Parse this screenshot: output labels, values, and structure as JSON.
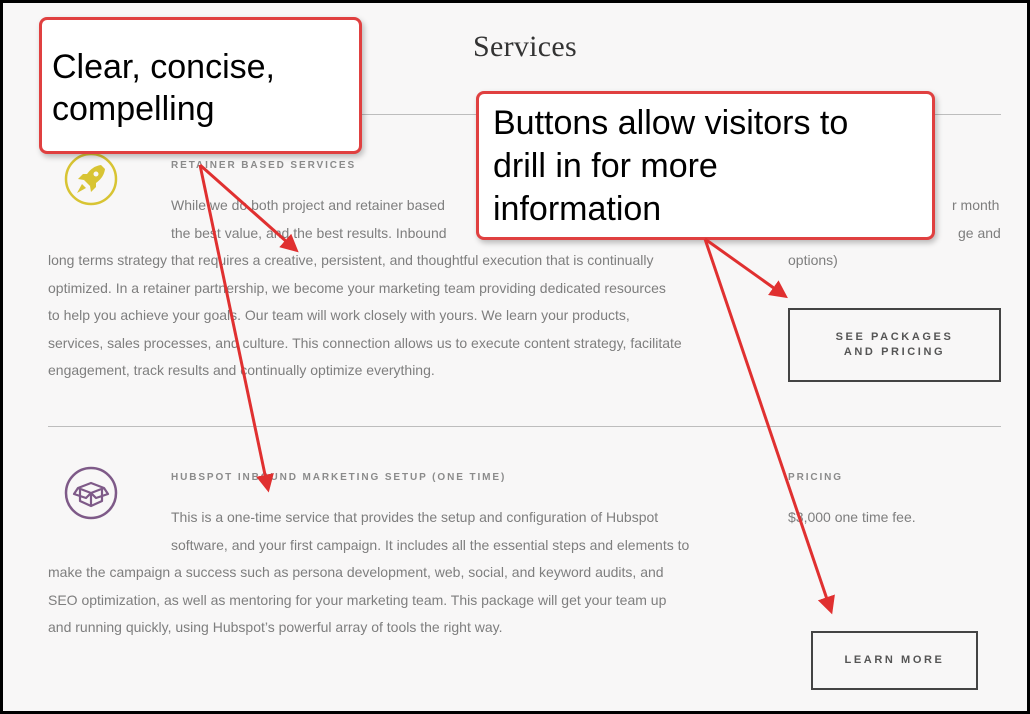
{
  "page": {
    "title": "Services"
  },
  "sections": [
    {
      "icon": "rocket-icon",
      "heading": "Retainer Based Services",
      "body_lines": [
        "While we do both project and retainer based",
        "the best value, and the best results. Inbound",
        "long terms strategy that requires a creative, persistent, and thoughtful execution that is continually",
        "optimized. In a retainer partnership, we become your marketing team providing dedicated resources",
        "to help you achieve your goals. Our team will work closely with yours. We learn your products,",
        "services, sales processes, and culture. This connection allows us to execute content strategy, facilitate",
        "engagement, track results and continually optimize everything."
      ],
      "side_lines": [
        "r month",
        "ge and",
        "options)"
      ],
      "button_label_1": "See Packages",
      "button_label_2": "and Pricing"
    },
    {
      "icon": "box-icon",
      "heading": "Hubspot Inbound Marketing Setup (One Time)",
      "body_lines": [
        "This is a one-time service that provides the setup and configuration of Hubspot",
        "software, and your first campaign. It includes all the essential steps and elements to",
        "make the campaign a success such as persona development, web, social, and keyword audits, and",
        "SEO optimization, as well as mentoring for your marketing team. This package will get your team up",
        "and running quickly, using Hubspot’s powerful array of tools the right way."
      ],
      "side_heading": "Pricing",
      "side_text": "$3,000 one time fee.",
      "button_label": "Learn More"
    }
  ],
  "callouts": {
    "one_line_1": "Clear, concise,",
    "one_line_2": "compelling",
    "two_line_1": "Buttons allow visitors to",
    "two_line_2": "drill in for more",
    "two_line_3": "information"
  },
  "colors": {
    "callout_border": "#e04040",
    "arrow": "#e03030",
    "rocket": "#d8c433",
    "box": "#7e5a88"
  }
}
